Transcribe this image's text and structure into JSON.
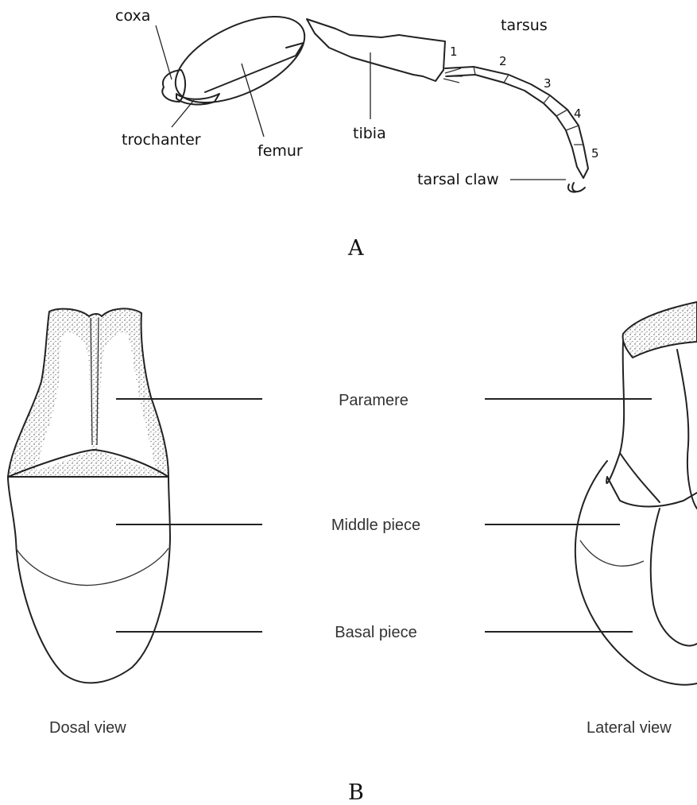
{
  "panel_a": {
    "label": "A",
    "labels": {
      "coxa": "coxa",
      "trochanter": "trochanter",
      "femur": "femur",
      "tibia": "tibia",
      "tarsus": "tarsus",
      "tarsal_claw": "tarsal claw"
    },
    "tarsal_segments": [
      "1",
      "2",
      "3",
      "4",
      "5"
    ]
  },
  "panel_b": {
    "label": "B",
    "parts": {
      "paramere": "Paramere",
      "middle_piece": "Middle piece",
      "basal_piece": "Basal piece"
    },
    "views": {
      "dorsal": "Dosal view",
      "lateral": "Lateral view"
    }
  }
}
